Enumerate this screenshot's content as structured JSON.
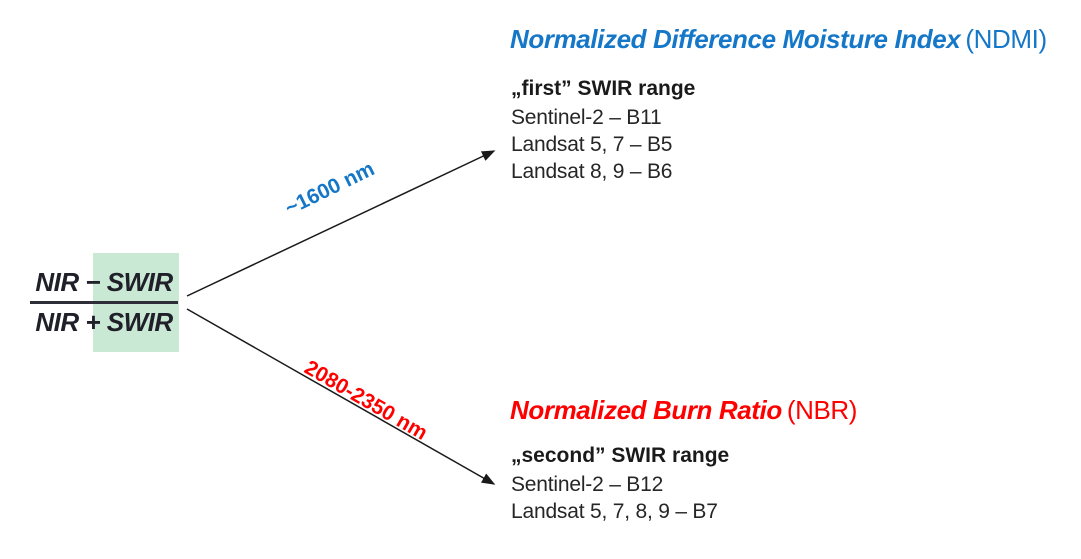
{
  "diagram": {
    "formula": {
      "numerator": "NIR − SWIR",
      "denominator": "NIR + SWIR",
      "highlight_color": "#c9e9d5"
    },
    "ndmi": {
      "wavelength_label": "~1600 nm",
      "title": "Normalized Difference Moisture Index",
      "abbr": "(NDMI)",
      "color": "#1577c8",
      "range_heading": "„first” SWIR range",
      "lines": [
        "Sentinel-2 – B11",
        "Landsat 5, 7 – B5",
        "Landsat 8, 9 – B6"
      ]
    },
    "nbr": {
      "wavelength_label": "2080-2350 nm",
      "title": "Normalized Burn Ratio",
      "abbr": "(NBR)",
      "color": "#ff0000",
      "range_heading": "„second” SWIR range",
      "lines": [
        "Sentinel-2 – B12",
        "Landsat 5, 7, 8, 9 – B7"
      ]
    }
  }
}
